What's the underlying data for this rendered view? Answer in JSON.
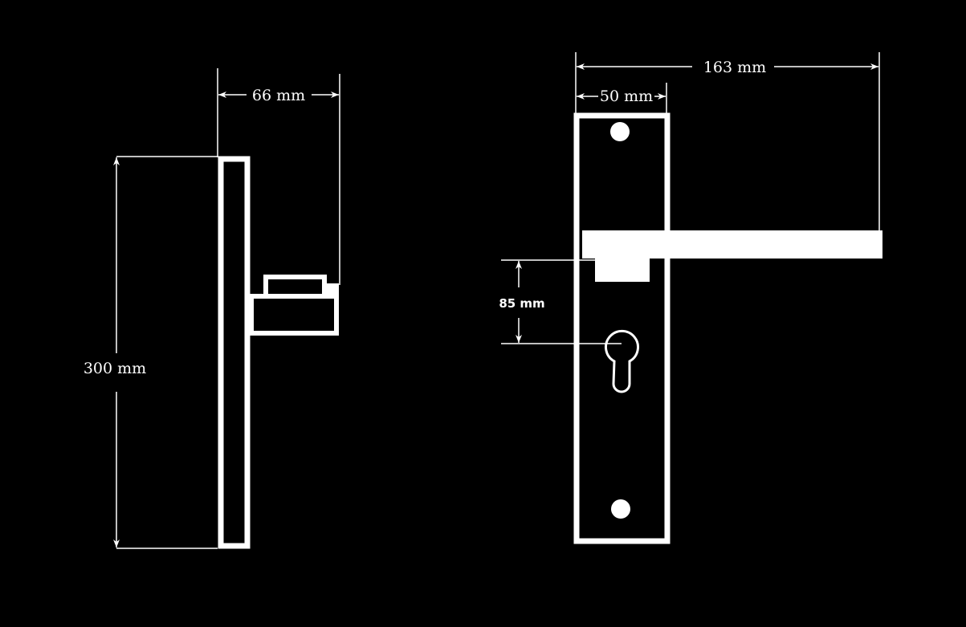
{
  "title": "Door lever handle dimension drawing",
  "colors": {
    "background": "#000000",
    "lines": "#ffffff"
  },
  "side_view": {
    "width_label": "66 mm",
    "height_label": "300 mm"
  },
  "front_view": {
    "total_length_label": "163 mm",
    "plate_width_label": "50 mm",
    "center_distance_label": "85 mm"
  }
}
